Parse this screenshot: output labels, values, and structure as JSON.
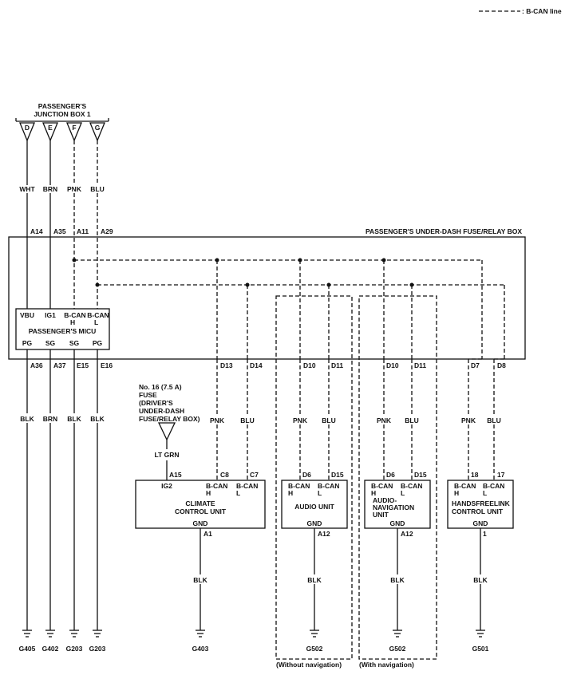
{
  "legend": {
    "label": ": B-CAN line"
  },
  "junction_box": {
    "title_line1": "PASSENGER'S",
    "title_line2": "JUNCTION BOX 1",
    "pins": [
      "D",
      "E",
      "F",
      "G"
    ]
  },
  "fuse_box": {
    "title": "PASSENGER'S UNDER-DASH FUSE/RELAY BOX",
    "top_pins": [
      "A14",
      "A35",
      "A11",
      "A29"
    ],
    "bottom_pins": [
      "A36",
      "A37",
      "E15",
      "E16"
    ],
    "d_pins": [
      "D13",
      "D14",
      "D10",
      "D11",
      "D10",
      "D11",
      "D7",
      "D8"
    ]
  },
  "micu": {
    "title": "PASSENGER'S MICU",
    "top_labels": [
      "VBU",
      "IG1",
      "B-CAN",
      "B-CAN"
    ],
    "top_sub": [
      "H",
      "L"
    ],
    "bottom_labels": [
      "PG",
      "SG",
      "SG",
      "PG"
    ]
  },
  "wire_colors": {
    "upper": [
      "WHT",
      "BRN",
      "PNK",
      "BLU"
    ],
    "lower": [
      "BLK",
      "BRN",
      "BLK",
      "BLK"
    ],
    "can_pairs": [
      "PNK",
      "BLU",
      "PNK",
      "BLU",
      "PNK",
      "BLU",
      "PNK",
      "BLU"
    ],
    "fuse_wire": "LT GRN",
    "gnd_wires": [
      "BLK",
      "BLK",
      "BLK",
      "BLK"
    ]
  },
  "fuse": {
    "line1": "No. 16 (7.5 A)",
    "line2": "FUSE",
    "line3": "(DRIVER'S",
    "line4": "UNDER-DASH",
    "line5": "FUSE/RELAY BOX)"
  },
  "climate": {
    "pins": [
      "A15",
      "C8",
      "C7"
    ],
    "ig2": "IG2",
    "bcan": "B-CAN",
    "h": "H",
    "l": "L",
    "name1": "CLIMATE",
    "name2": "CONTROL UNIT",
    "gnd": "GND",
    "gnd_pin": "A1"
  },
  "audio": {
    "pins": [
      "D6",
      "D15"
    ],
    "name": "AUDIO UNIT",
    "gnd": "GND",
    "gnd_pin": "A12",
    "option": "(Without navigation)"
  },
  "audio_nav": {
    "pins": [
      "D6",
      "D15"
    ],
    "name1": "AUDIO-",
    "name2": "NAVIGATION",
    "name3": "UNIT",
    "gnd": "GND",
    "gnd_pin": "A12",
    "option": "(With navigation)"
  },
  "handsfree": {
    "pins": [
      "18",
      "17"
    ],
    "name1": "HANDSFREELINK",
    "name2": "CONTROL UNIT",
    "gnd": "GND",
    "gnd_pin": "1"
  },
  "grounds": [
    "G405",
    "G402",
    "G203",
    "G203",
    "G403",
    "G502",
    "G502",
    "G501"
  ]
}
